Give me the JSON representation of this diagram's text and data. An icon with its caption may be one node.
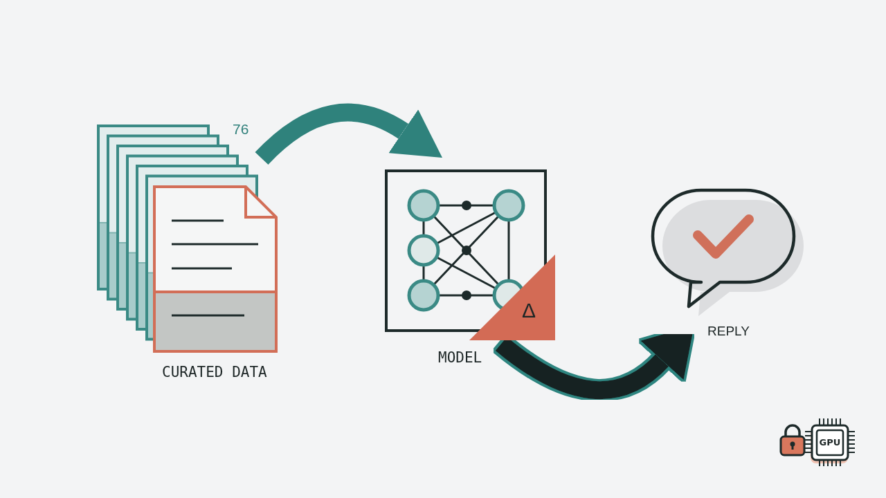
{
  "diagram": {
    "nodes": [
      {
        "text": [
          "76",
          "CURATED DATA"
        ]
      },
      {
        "text": [
          "Δ",
          "MODEL"
        ]
      },
      {
        "text": [
          "REPLY"
        ]
      },
      {
        "text": [
          "GPU"
        ]
      }
    ],
    "edges": [
      {
        "from": 0,
        "to": 1,
        "arrow": "to",
        "color": "#2f827c"
      },
      {
        "from": 1,
        "to": 2,
        "arrow": "to",
        "color": "#172424"
      }
    ]
  }
}
